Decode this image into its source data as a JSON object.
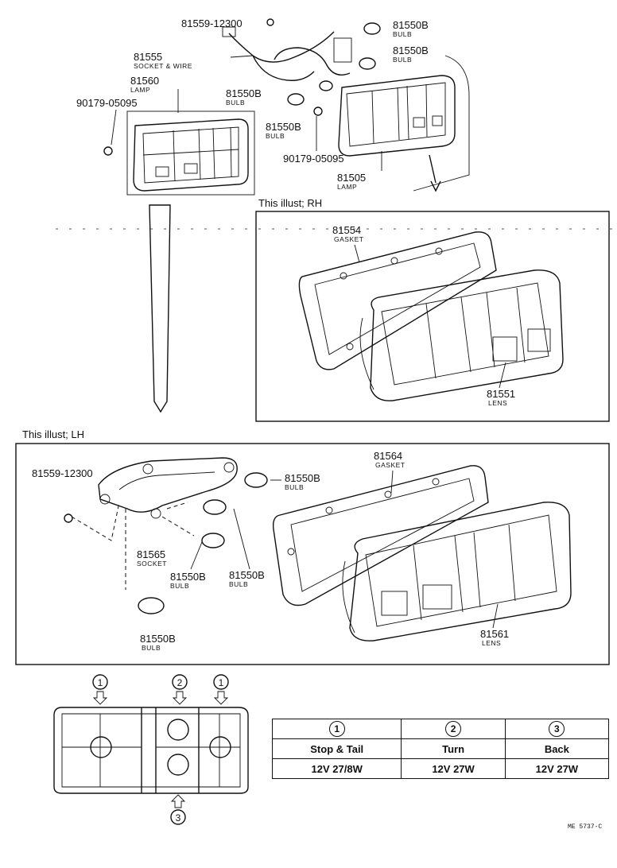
{
  "labels": {
    "pn_screw_top": "81559-12300",
    "pn_socket_wire": "81555",
    "sub_socket_wire": "SOCKET & WIRE",
    "pn_lamp_left": "81560",
    "sub_lamp_left": "LAMP",
    "pn_screw_left": "90179-05095",
    "pn_bulb_a": "81550B",
    "pn_bulb_b": "81550B",
    "pn_bulb_c": "81550B",
    "pn_bulb_d": "81550B",
    "sub_bulb": "BULB",
    "pn_screw_right": "90179-05095",
    "pn_lamp_right": "81505",
    "sub_lamp_right": "LAMP",
    "section_rh": "This illust; RH",
    "pn_gasket_rh": "81554",
    "sub_gasket": "GASKET",
    "pn_lens_rh": "81551",
    "sub_lens": "LENS",
    "section_lh": "This illust; LH",
    "pn_screw_lh": "81559-12300",
    "pn_bulb_lh_a": "81550B",
    "pn_gasket_lh": "81564",
    "pn_socket_lh": "81565",
    "sub_socket": "SOCKET",
    "pn_bulb_lh_b": "81550B",
    "pn_bulb_lh_c": "81550B",
    "pn_bulb_lh_d": "81550B",
    "pn_lens_lh": "81561",
    "code": "ME 5737-C"
  },
  "markers": {
    "m1": "1",
    "m2": "2",
    "m3": "3"
  },
  "bulb_table": {
    "columns": [
      {
        "num": "1",
        "function": "Stop & Tail",
        "spec": "12V 27/8W"
      },
      {
        "num": "2",
        "function": "Turn",
        "spec": "12V 27W"
      },
      {
        "num": "3",
        "function": "Back",
        "spec": "12V 27W"
      }
    ]
  }
}
